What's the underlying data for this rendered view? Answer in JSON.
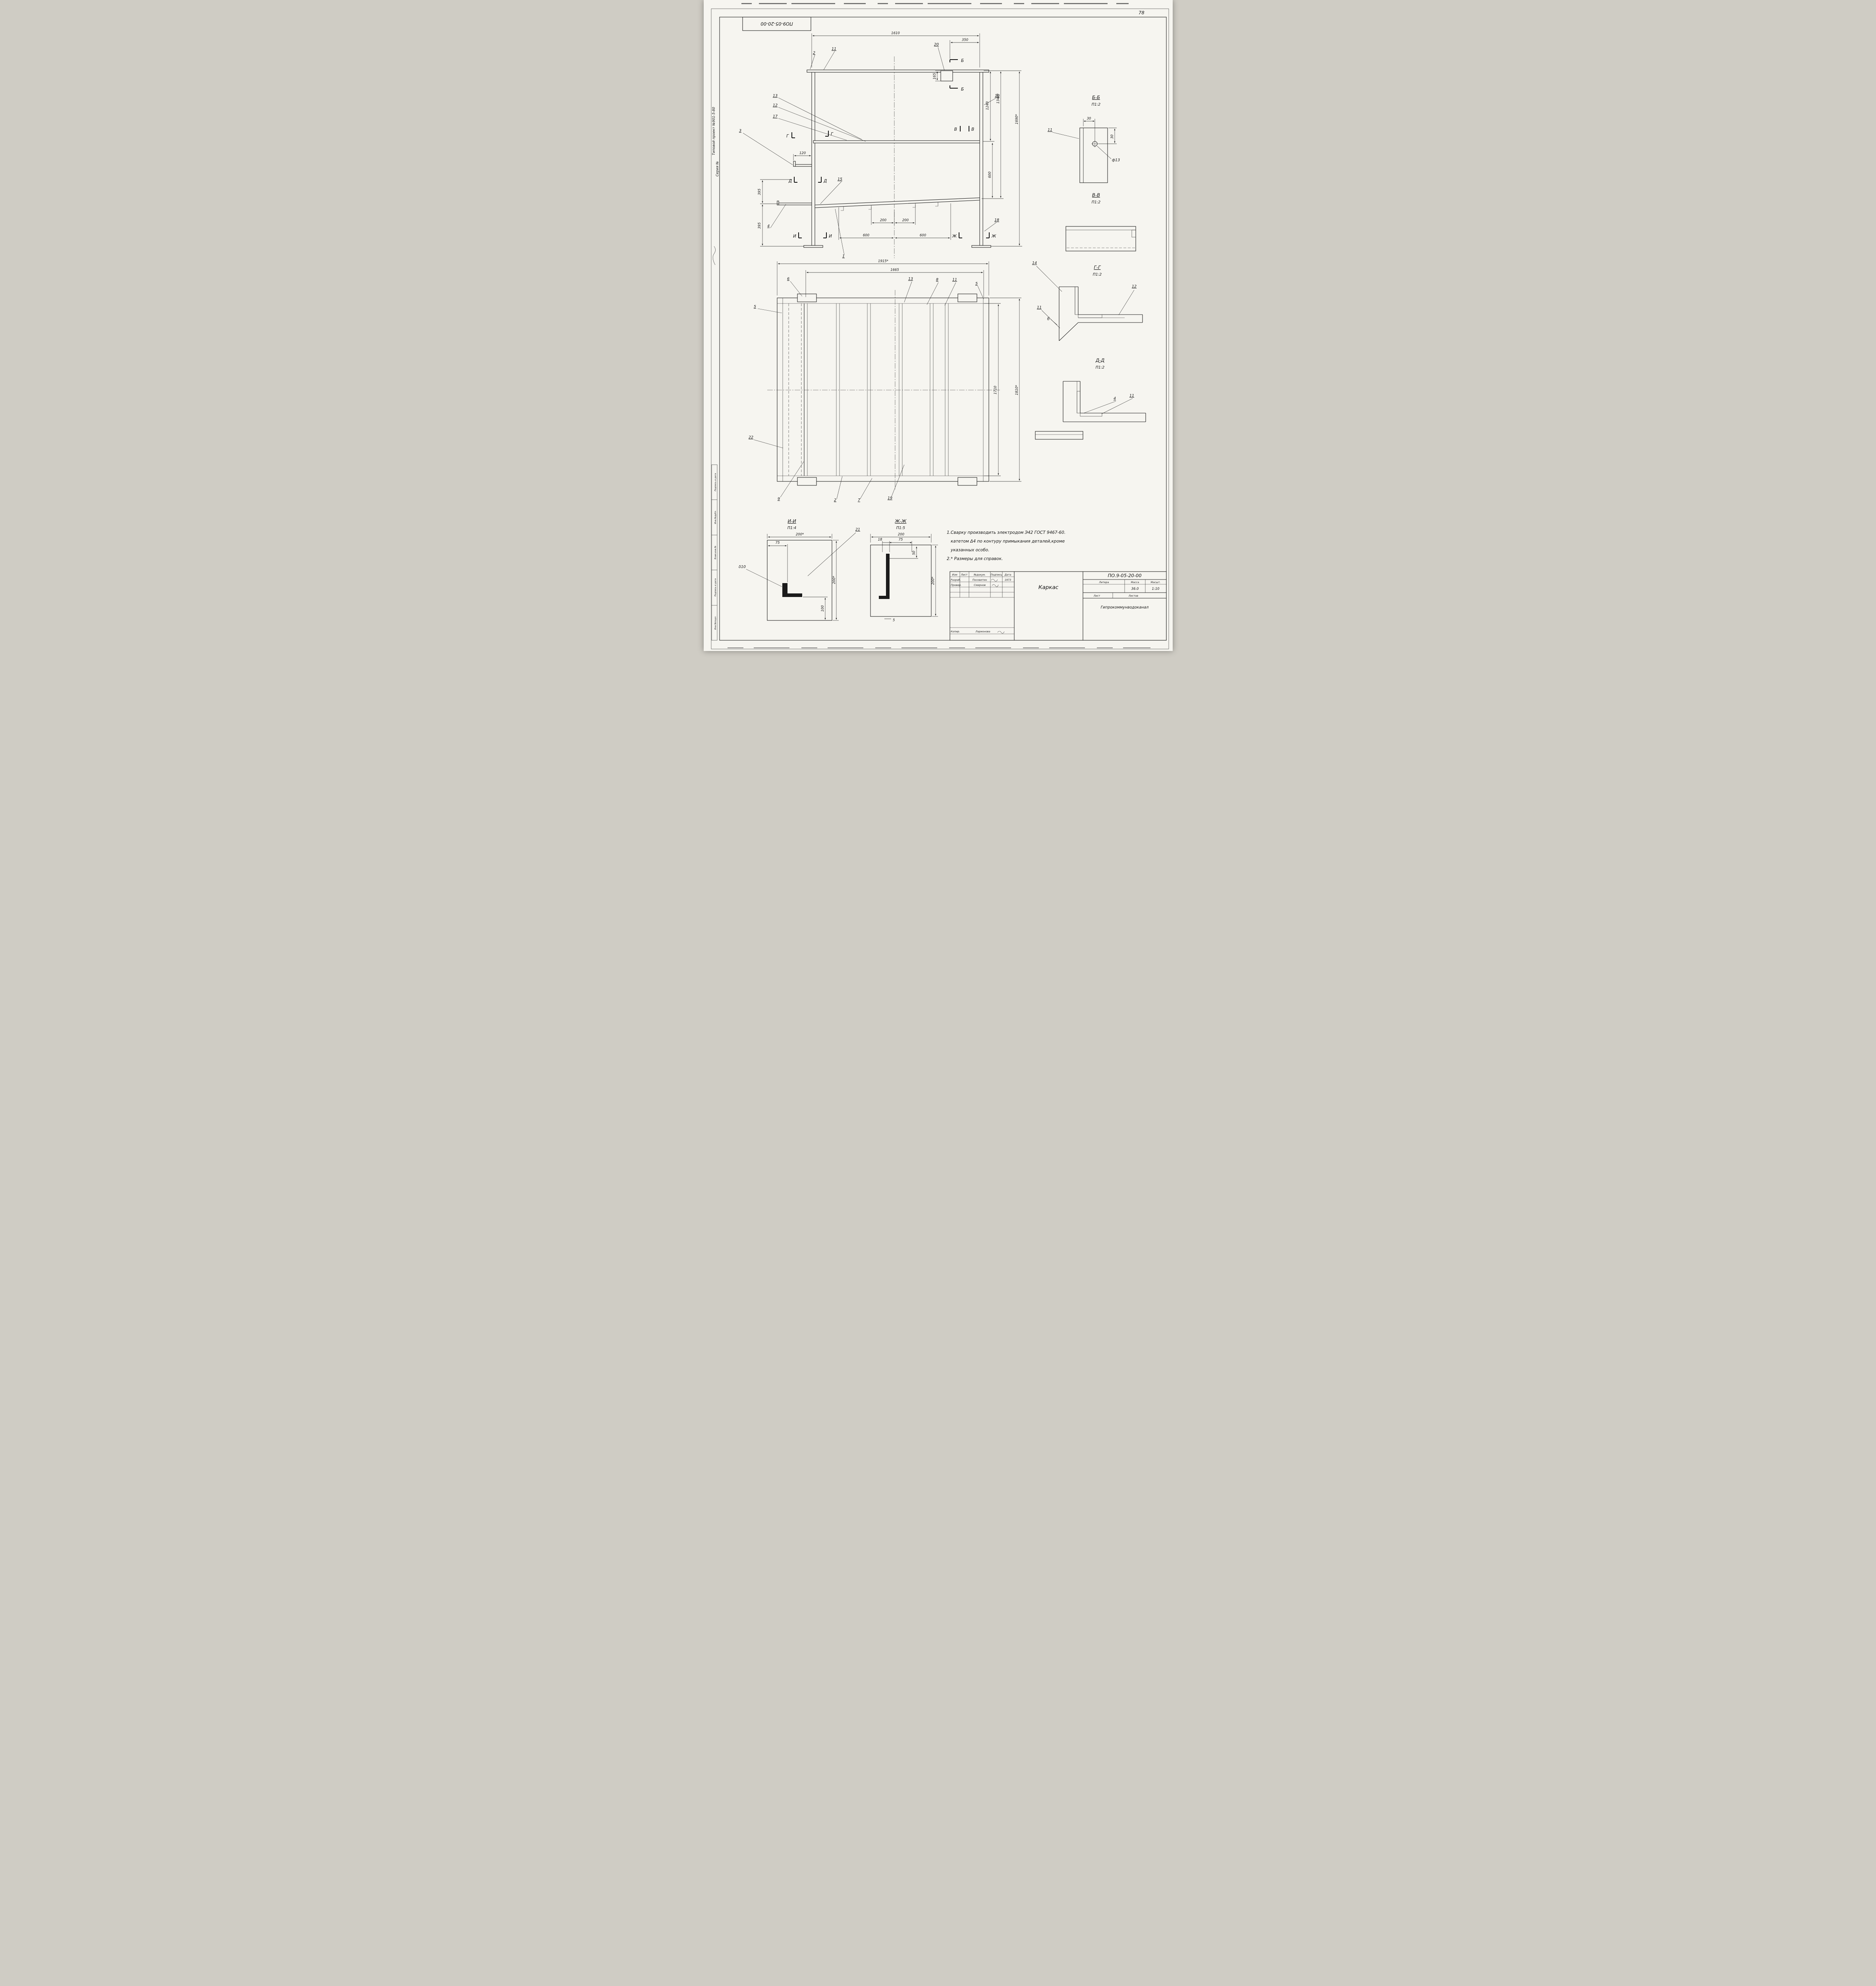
{
  "page": {
    "number": "78",
    "corner_stamp": "ПО9-05-20-00",
    "margin_project": "Типовой проект №901-5-80",
    "margin_series": "Серия №",
    "margin_stamps": [
      "Подпись и дата",
      "Инв.№дубл.",
      "Взам.инв.№",
      "Подпись и дата",
      "Инв.№подл."
    ]
  },
  "front": {
    "d1610": "1610",
    "d350": "350",
    "d165": "165",
    "d1240": "1240",
    "d1340": "1340*",
    "d1690": "1690*",
    "d600v": "600",
    "d120": "120",
    "d395a": "395",
    "d395b": "395",
    "d200a": "200",
    "d200b": "200",
    "d600a": "600",
    "d600b": "600",
    "p1": "1",
    "p2": "2",
    "p3": "3",
    "p4": "4",
    "p10": "10",
    "p11": "11",
    "p12": "12",
    "p13": "13",
    "p15": "15",
    "p17": "17",
    "p18": "18",
    "p20": "20",
    "cutB": "Б",
    "cutV": "В",
    "cutG": "Г",
    "cutD": "Д",
    "cutI": "И",
    "cutZh": "Ж"
  },
  "plan": {
    "d1915": "1915*",
    "d1665": "1665",
    "d1710": "1710",
    "d1810": "1810*",
    "p5a": "5",
    "p5b": "5",
    "p6": "6",
    "p13": "13",
    "p8": "8",
    "p11": "11",
    "p22": "22",
    "p9": "9",
    "p2": "2",
    "p7": "7",
    "p19": "19"
  },
  "sec": {
    "bb_t": "Б-Б",
    "bb_s": "П1:2",
    "bb_30h": "30",
    "bb_30v": "30",
    "bb_hole": "ф13",
    "bb_p11": "11",
    "vv_t": "В-В",
    "vv_s": "П1:2",
    "gg_t": "Г-Г",
    "gg_s": "П1:2",
    "gg_p14": "14",
    "gg_p11": "11",
    "gg_p12": "12",
    "gg_b": "б",
    "dd_t": "Д-Д",
    "dd_s": "П1:2",
    "dd_p4": "4",
    "dd_p11": "11",
    "ii_t": "И-И",
    "ii_s": "П1:4",
    "ii_d200t": "200*",
    "ii_d75": "75",
    "ii_d200r": "200*",
    "ii_d100": "100",
    "ii_thk": "δ10",
    "ii_p21": "21",
    "zh_t": "Ж-Ж",
    "zh_s": "П1:5",
    "zh_d200": "200",
    "zh_d18": "18",
    "zh_d75": "75",
    "zh_d50": "50",
    "zh_d200r": "200*",
    "zh_d5": "5"
  },
  "notes": {
    "l1": "1.Сварку производить электродом Э42 ГОСТ 9467-60.",
    "l2": "катетом Δ4 по контуру примыкания деталей,кроме",
    "l3": "указанных особо.",
    "l4": "2.* Размеры для справок."
  },
  "stamp": {
    "doc": "ПО.9-05-20-00",
    "title": "Каркас",
    "org": "Гипрокоммунводоканал",
    "h_izm": "Изм",
    "h_list": "Лист",
    "h_doc": "№докум.",
    "h_sign": "Подпись",
    "h_date": "Дата",
    "r1_role": "Разраб.",
    "r1_name": "Посквитин",
    "r1_date": "1973",
    "r2_role": "Провер.",
    "r2_name": "Смирнов",
    "r3_role": "Копир.",
    "r3_name": "Ларионова",
    "h_litera": "Литера",
    "h_mass": "Масса",
    "h_scale": "Масшт.",
    "mass": "36.0",
    "scale": "1:10",
    "h_sheet": "Лист",
    "h_sheets": "Листов"
  }
}
